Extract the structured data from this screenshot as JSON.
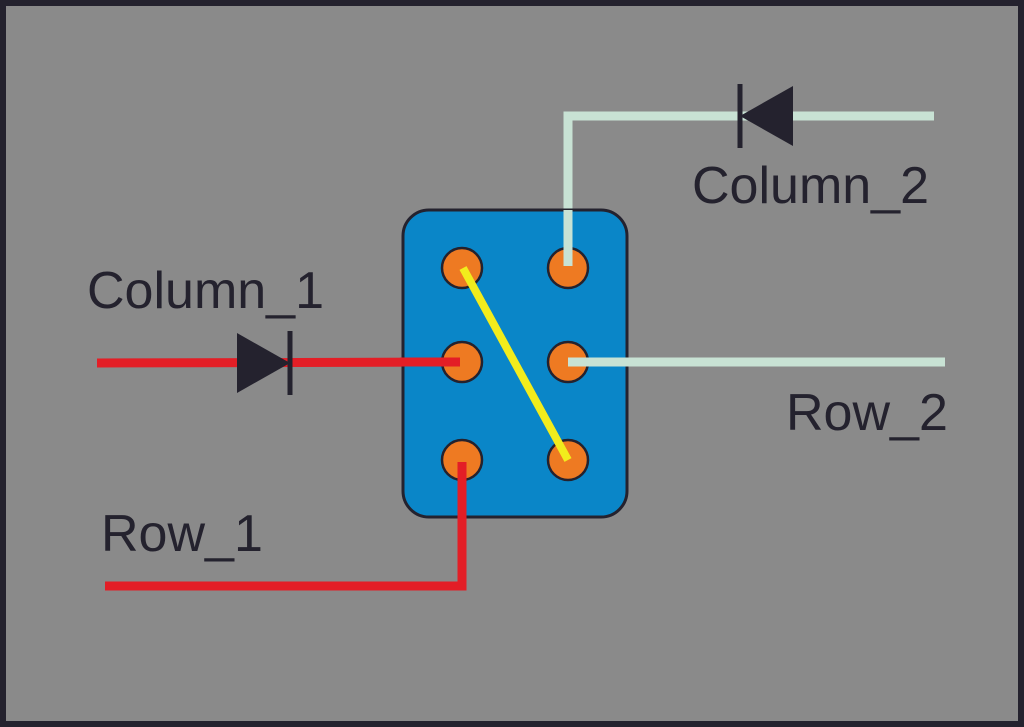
{
  "labels": {
    "column_1": "Column_1",
    "column_2": "Column_2",
    "row_1": "Row_1",
    "row_2": "Row_2"
  },
  "colors": {
    "background": "#8a8a8a",
    "border": "#24222e",
    "switch_body": "#0a86c8",
    "pin": "#ee7a22",
    "row1_column1_wire": "#e31e26",
    "row2_column2_wire": "#c8e2d4",
    "jumper": "#f2ec1c",
    "diode": "#24222e",
    "text": "#24222e"
  },
  "icons": {
    "column_1_diode": "diode-icon",
    "column_2_diode": "diode-icon"
  }
}
